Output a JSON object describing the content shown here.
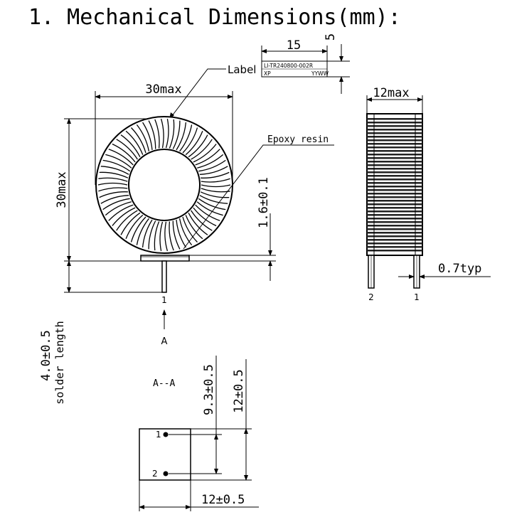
{
  "title": "1. Mechanical Dimensions(mm):",
  "label_callout": "Label",
  "label_box": {
    "width": "15",
    "height": "5",
    "line1": "LI-TR240800-002R",
    "line2_left": "XP",
    "line2_right": "YYWW"
  },
  "front_view": {
    "width": "30max",
    "height": "30max",
    "epoxy": "Epoxy resin",
    "base_height": "1.6±0.1",
    "pin": "1",
    "section_mark": "A",
    "solder": "4.0±0.5",
    "solder_label": "solder length"
  },
  "side_view": {
    "thickness": "12max",
    "pin_dia": "0.7typ",
    "pin_left": "2",
    "pin_right": "1"
  },
  "section_view": {
    "title": "A--A",
    "pitch": "9.3±0.5",
    "height": "12±0.5",
    "width": "12±0.5",
    "pin1": "1",
    "pin2": "2"
  }
}
